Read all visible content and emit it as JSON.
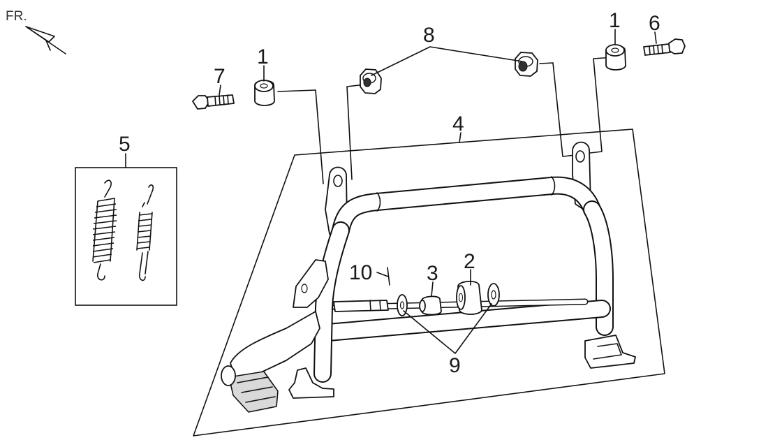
{
  "orientation": {
    "label": "FR."
  },
  "callouts": [
    {
      "id": "label-1-left",
      "text": "1"
    },
    {
      "id": "label-1-right",
      "text": "1"
    },
    {
      "id": "label-2",
      "text": "2"
    },
    {
      "id": "label-3",
      "text": "3"
    },
    {
      "id": "label-4",
      "text": "4"
    },
    {
      "id": "label-5",
      "text": "5"
    },
    {
      "id": "label-6",
      "text": "6"
    },
    {
      "id": "label-7",
      "text": "7"
    },
    {
      "id": "label-8",
      "text": "8"
    },
    {
      "id": "label-9",
      "text": "9"
    },
    {
      "id": "label-10",
      "text": "10"
    }
  ]
}
